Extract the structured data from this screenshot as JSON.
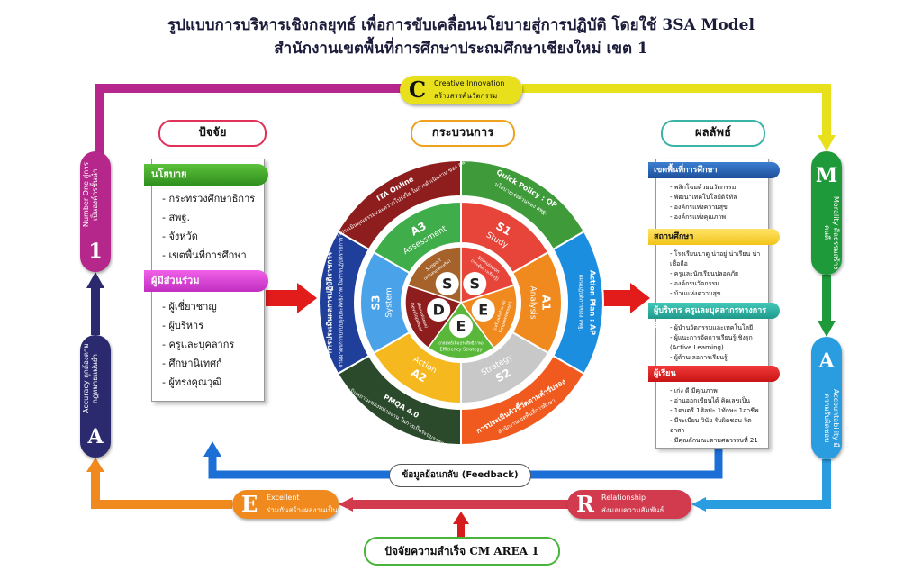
{
  "title_line1": "รูปแบบการบริหารเชิงกลยุทธ์ เพื่อการขับเคลื่อนนโยบายสู่การปฏิบัติ โดยใช้ 3SA Model",
  "title_line2": "สำนักงานเขตพื้นที่การศึกษาประถมศึกษาเชียงใหม่ เขต 1",
  "colors": {
    "magenta": "#b5278b",
    "yellow": "#e8e01a",
    "green": "#1f9a3a",
    "blue": "#2a9de0",
    "red": "#d23a4e",
    "orange": "#f08a1e",
    "navy": "#2c2a6e"
  },
  "badges": {
    "C": {
      "letter": "C",
      "en": "Creative Innovation",
      "th": "สร้างสรรค์นวัตกรรม"
    },
    "M": {
      "letter": "M",
      "en": "Morality",
      "th": "ศีลธรรมสร้างคนดี"
    },
    "A_right": {
      "letter": "A",
      "en": "Accountability",
      "th": "มีความรับผิดชอบ"
    },
    "R": {
      "letter": "R",
      "en": "Relationship",
      "th": "ส่งมอบความสัมพันธ์"
    },
    "E": {
      "letter": "E",
      "en": "Excellent",
      "th": "ร่วมกันสร้างผลงานเป็นเลิศ"
    },
    "A_left": {
      "letter": "A",
      "en": "Accuracy",
      "th": "ถูกต้องตามกฎหมายแม่นยำ"
    },
    "N1": {
      "letter": "1",
      "en": "Number One",
      "th": "สู่การเป็นองค์กรชั้นนำ"
    }
  },
  "headers": {
    "factors": "ปัจจัย",
    "process": "กระบวนการ",
    "results": "ผลลัพธ์"
  },
  "factors": {
    "policy_label": "นโยบาย",
    "policy_items": [
      "กระทรวงศึกษาธิการ",
      "สพฐ.",
      "จังหวัด",
      "เขตพื้นที่การศึกษา"
    ],
    "stake_label": "ผู้มีส่วนร่วม",
    "stake_items": [
      "ผู้เชี่ยวชาญ",
      "ผู้บริหาร",
      "ครูและบุคลากร",
      "ศึกษานิเทศก์",
      "ผู้ทรงคุณวุฒิ"
    ]
  },
  "wheel": {
    "outer": [
      {
        "title": "ITA Online",
        "sub": "การประเมินคุณธรรมและความโปร่งใส ในการดำเนินงาน ของ สพท."
      },
      {
        "title": "Quick Policy : QP",
        "sub": "นโยบายเร่งด่วนของ สพฐ."
      },
      {
        "title": "Action Plan : AP",
        "sub": "แผนปฏิบัติการของ สพฐ."
      },
      {
        "title": "การประเมินตัวชี้วัดตามคำรับรอง",
        "sub": "สำนักงานเขตพื้นที่การศึกษา"
      },
      {
        "title": "PMQA 4.0",
        "sub": "การประเมินสถานะของหน่วยงาน ในการเป็นระบบราชการ 4.0"
      },
      {
        "title": "การประเมินผลการปฏิบัติราชการ",
        "sub": "ตามมาตรการปรับปรุงประสิทธิภาพ ในการปฏิบัติราชการ"
      }
    ],
    "middle": [
      {
        "code": "S1",
        "name": "Study"
      },
      {
        "code": "A1",
        "name": "Analysis"
      },
      {
        "code": "S2",
        "name": "Strategy"
      },
      {
        "code": "A2",
        "name": "Action"
      },
      {
        "code": "S3",
        "name": "System"
      },
      {
        "code": "A3",
        "name": "Assessment"
      }
    ],
    "inner": [
      {
        "letter": "S",
        "en": "Stimulation",
        "th": "(กระตุ้นการเรียนรู้)"
      },
      {
        "letter": "E",
        "en": "Empowerment",
        "th": "(เสริมพลังอำนาจ)"
      },
      {
        "letter": "E",
        "en": "Efficiency Strategy",
        "th": "(กลยุทธ์เพิ่มประสิทธิภาพ)"
      },
      {
        "letter": "D",
        "en": "Development",
        "th": "(พัฒนาต่อยอด)"
      },
      {
        "letter": "S",
        "en": "Support",
        "th": "(สนับสนุนส่งเสริม)"
      }
    ]
  },
  "results": {
    "groups": [
      {
        "label": "เขตพื้นที่การศึกษา",
        "items": [
          "พลิกโฉมด้วยนวัตกรรม",
          "พัฒนาเทคโนโลยีดิจิทัล",
          "องค์กรแห่งความสุข",
          "องค์กรแห่งคุณภาพ"
        ]
      },
      {
        "label": "สถานศึกษา",
        "items": [
          "โรงเรียนน่าดู น่าอยู่ น่าเรียน น่าเชื่อถือ",
          "ครูและนักเรียนปลอดภัย",
          "องค์กรนวัตกรรม",
          "บ้านแห่งความสุข"
        ]
      },
      {
        "label": "ผู้บริหาร ครูและบุคลากรทางการศึกษา",
        "items": [
          "ผู้นำนวัตกรรมและเทคโนโลยี",
          "ผู้แนะการจัดการเรียนรู้เชิงรุก (Active Learning)",
          "ผู้ด้านเลอการเรียนรู้"
        ]
      },
      {
        "label": "ผู้เรียน",
        "items": [
          "เก่ง ดี มีคุณภาพ",
          "อ่านออกเขียนได้ คิดเลขเป็น",
          "1ดนตรี 1ศิลปะ 1ทักษะ 1อาชีพ",
          "มีระเบียบ วินัย รับผิดชอบ จิตอาสา",
          "มีคุณลักษณะตามศตวรรษที่ 21"
        ]
      }
    ]
  },
  "feedback": "ข้อมูลย้อนกลับ (Feedback)",
  "success": "ปัจจัยความสำเร็จ CM AREA 1"
}
